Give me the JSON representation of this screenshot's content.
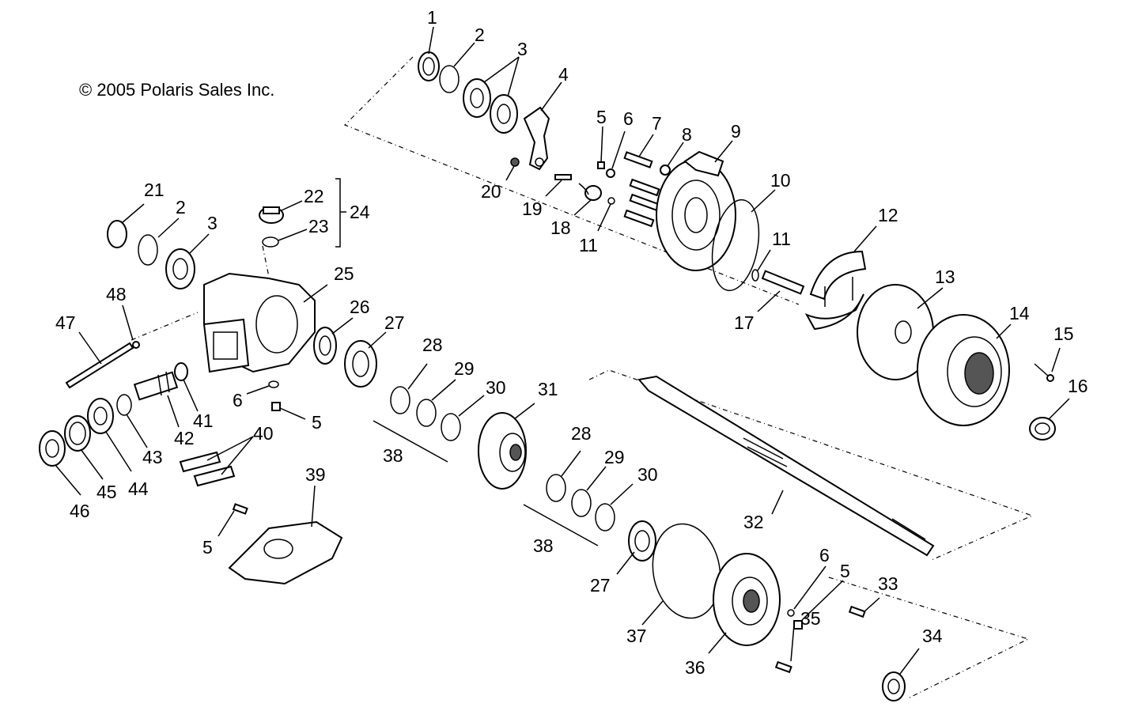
{
  "copyright": "© 2005 Polaris Sales Inc.",
  "callouts": [
    "1",
    "2",
    "3",
    "4",
    "5",
    "6",
    "7",
    "8",
    "9",
    "10",
    "11",
    "12",
    "13",
    "14",
    "15",
    "16",
    "17",
    "18",
    "19",
    "20",
    "21",
    "22",
    "23",
    "24",
    "25",
    "26",
    "27",
    "28",
    "29",
    "30",
    "31",
    "32",
    "33",
    "34",
    "35",
    "36",
    "37",
    "38",
    "39",
    "40",
    "41",
    "42",
    "43",
    "44",
    "45",
    "46",
    "47",
    "48"
  ]
}
